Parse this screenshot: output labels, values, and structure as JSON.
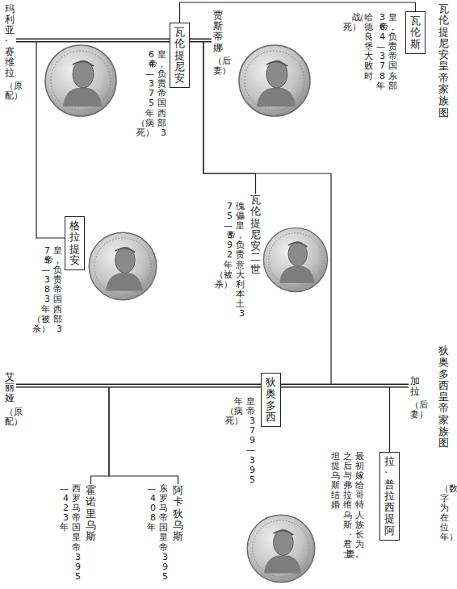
{
  "diagram": {
    "nodes": [
      {
        "text": [
          "瓦伦斯",
          "皇帝，负责帝国东部 364—378 年（哈德良堡大败时战死）"
        ]
      },
      {
        "text": [
          "瓦伦提尼安",
          "皇帝，负责帝国西部 364—375 年（病死）"
        ]
      },
      {
        "text": [
          "贾斯蒂娜",
          "（后妻）"
        ]
      },
      {
        "text": [
          "玛利亚·赛维拉",
          "（原配）"
        ]
      },
      {
        "text": [
          "瓦伦提尼安二世",
          "傀儡皇帝，负责意大利本土 375—392 年（被杀）"
        ]
      },
      {
        "text": [
          "格拉提安",
          "皇帝，负责帝国西部 375—383 年（被杀）"
        ]
      },
      {
        "text": [
          "加拉",
          "（后妻）"
        ]
      },
      {
        "text": [
          "狄奥多西",
          "皇帝 379—395 年（病死）"
        ]
      },
      {
        "text": [
          "艾丽娅",
          "（原配）"
        ]
      },
      {
        "text": [
          "拉·普拉西提阿",
          "最初嫁给哥特人族长为妻。之后与弗拉维乌斯·君士坦提乌斯结婚"
        ]
      },
      {
        "text": [
          "阿卡狄乌斯",
          "东罗马帝国皇帝 395—408 年"
        ]
      },
      {
        "text": [
          "霍诺里乌斯",
          "西罗马帝国皇帝 395—423 年"
        ]
      }
    ],
    "edges": [
      {
        "from": 1,
        "to": 0,
        "arrow": "none"
      },
      {
        "from": 3,
        "to": 1,
        "arrow": "none"
      },
      {
        "from": 1,
        "to": 2,
        "arrow": "none"
      },
      {
        "from": 1,
        "to": 5,
        "arrow": "none"
      },
      {
        "from": 1,
        "to": 4,
        "arrow": "none"
      },
      {
        "from": 1,
        "to": 6,
        "arrow": "none"
      },
      {
        "from": 8,
        "to": 7,
        "arrow": "none"
      },
      {
        "from": 7,
        "to": 6,
        "arrow": "none"
      },
      {
        "from": 7,
        "to": 9,
        "arrow": "none"
      },
      {
        "from": 7,
        "to": 10,
        "arrow": "none"
      },
      {
        "from": 7,
        "to": 11,
        "arrow": "none"
      }
    ],
    "labels": [
      "瓦伦提尼安皇帝家族图",
      "狄奥多西皇帝家族图",
      "（数字为在位年）"
    ]
  }
}
